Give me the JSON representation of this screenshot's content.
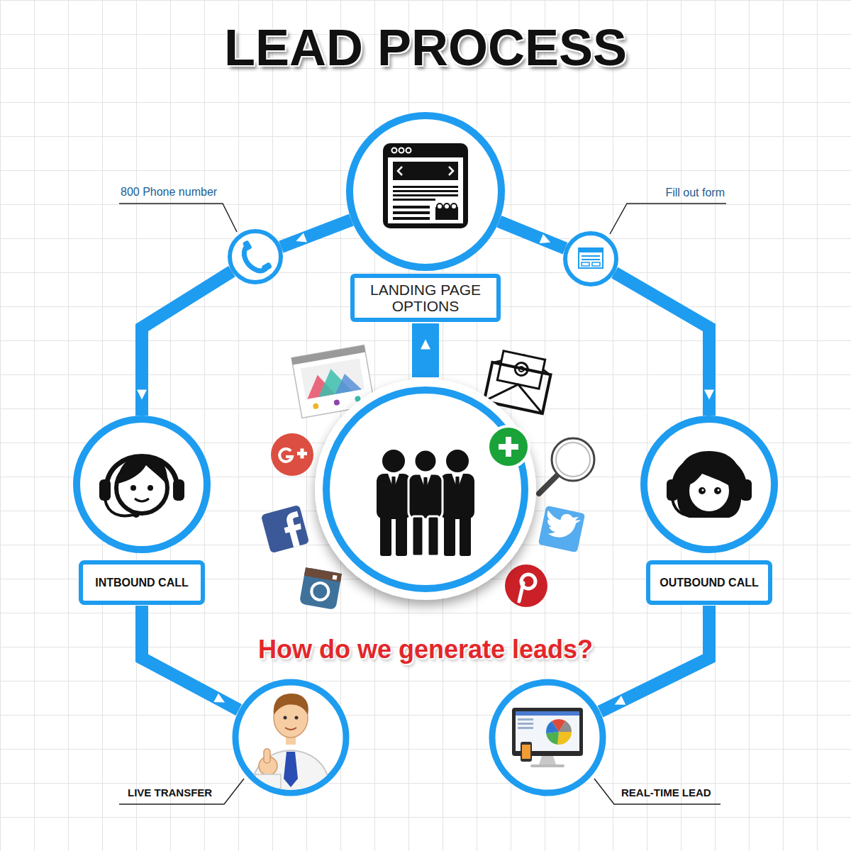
{
  "diagram": {
    "title": "LEAD PROCESS",
    "nodes": [
      {
        "text": [
          "LANDING PAGE OPTIONS"
        ]
      },
      {
        "text": [
          "800 Phone number"
        ]
      },
      {
        "text": [
          "Fill out form"
        ]
      },
      {
        "text": [
          "INTBOUND CALL"
        ]
      },
      {
        "text": [
          "How do we generate leads?"
        ]
      },
      {
        "text": [
          "OUTBOUND CALL"
        ]
      },
      {
        "text": [
          "LIVE TRANSFER"
        ]
      },
      {
        "text": [
          "REAL-TIME LEAD"
        ]
      }
    ],
    "edges": [
      {
        "from": 4,
        "to": 0,
        "arrow": "to"
      },
      {
        "from": 0,
        "to": 1,
        "arrow": "to"
      },
      {
        "from": 1,
        "to": 3,
        "arrow": "to"
      },
      {
        "from": 3,
        "to": 6,
        "arrow": "to"
      },
      {
        "from": 0,
        "to": 2,
        "arrow": "to"
      },
      {
        "from": 2,
        "to": 5,
        "arrow": "to"
      },
      {
        "from": 5,
        "to": 7,
        "arrow": "to"
      }
    ]
  }
}
